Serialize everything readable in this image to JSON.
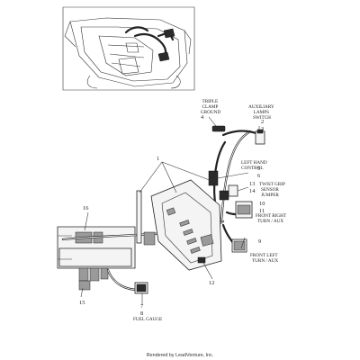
{
  "callouts": [
    {
      "id": "1",
      "text": "1"
    },
    {
      "id": "2",
      "text": "2"
    },
    {
      "id": "3",
      "text": "3"
    },
    {
      "id": "4",
      "text": "4"
    },
    {
      "id": "5",
      "text": "5"
    },
    {
      "id": "6",
      "text": "6"
    },
    {
      "id": "7",
      "text": "7"
    },
    {
      "id": "8",
      "text": "8"
    },
    {
      "id": "9",
      "text": "9"
    },
    {
      "id": "10",
      "text": "10"
    },
    {
      "id": "11",
      "text": "11"
    },
    {
      "id": "12",
      "text": "12"
    },
    {
      "id": "13",
      "text": "13"
    },
    {
      "id": "14",
      "text": "14"
    },
    {
      "id": "15",
      "text": "15"
    },
    {
      "id": "16",
      "text": "16"
    }
  ],
  "labels": {
    "triple_clamp": [
      "TRIPLE",
      "CLAMP",
      "GROUND"
    ],
    "aux_lamps": [
      "AUXILIARY",
      "LAMPS",
      "SWITCH"
    ],
    "left_hand": [
      "LEFT HAND",
      "CONTROL"
    ],
    "twist_grip": [
      "TWIST GRIP",
      "SENSOR",
      "JUMPER"
    ],
    "front_right": [
      "FRONT RIGHT",
      "TURN / AUX"
    ],
    "front_left": [
      "FRONT LEFT",
      "TURN / AUX"
    ],
    "fuel_gauge": [
      "FUEL GAUGE"
    ]
  },
  "footer": "Rendered by LeadVenture, Inc."
}
